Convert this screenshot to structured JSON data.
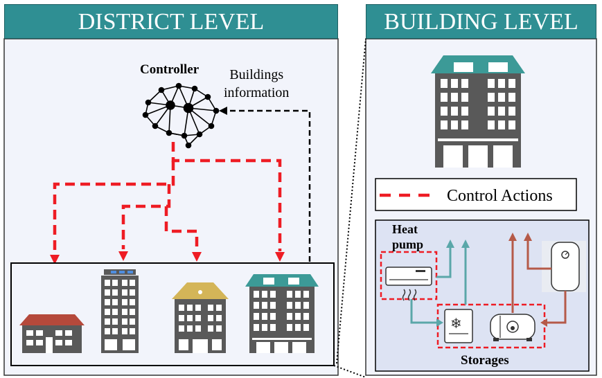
{
  "district": {
    "title": "DISTRICT LEVEL"
  },
  "building": {
    "title": "BUILDING LEVEL"
  },
  "controller": {
    "label": "Controller"
  },
  "buildings_information": {
    "line1": "Buildings",
    "line2": "information"
  },
  "legend": {
    "label": "Control Actions"
  },
  "heat_pump": {
    "line1": "Heat",
    "line2": "pump"
  },
  "storages": {
    "label": "Storages"
  },
  "colors": {
    "header_teal": "#2f8f93",
    "control_red": "#ee1c24",
    "building_gray": "#595959",
    "roof_red": "#b5493b",
    "roof_gold": "#d4b558",
    "roof_teal": "#3c9a97",
    "panel_bg": "#f2f4fb",
    "pipe_teal": "#5aa7a9",
    "pipe_brown": "#b55a48"
  }
}
